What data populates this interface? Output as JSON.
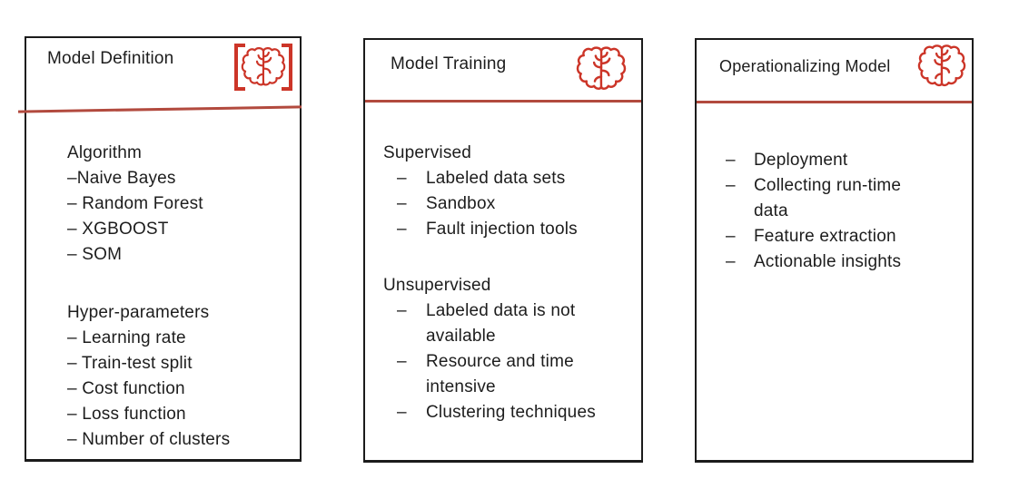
{
  "page": {
    "background": "#ffffff"
  },
  "colors": {
    "accent_red": "#cc3528",
    "divider_red": "#b24a3e",
    "border_dark": "#1b1b1b",
    "text": "#1d1d1d"
  },
  "bullet_char": "–",
  "cards": [
    {
      "title": "Model Definition",
      "icon": "brain-in-brackets-icon",
      "sections": [
        {
          "heading": "Algorithm",
          "items": [
            "–Naive Bayes",
            "– Random Forest",
            "– XGBOOST",
            "– SOM"
          ]
        },
        {
          "heading": "Hyper-parameters",
          "items": [
            "– Learning rate",
            "– Train-test split",
            "– Cost function",
            "– Loss function",
            "– Number of clusters"
          ]
        }
      ]
    },
    {
      "title": "Model Training",
      "icon": "brain-icon",
      "sections": [
        {
          "heading": "Supervised",
          "items": [
            "Labeled data sets",
            "Sandbox",
            "Fault injection tools"
          ]
        },
        {
          "heading": "Unsupervised",
          "items": [
            "Labeled data is not available",
            "Resource and time intensive",
            "Clustering techniques"
          ]
        }
      ]
    },
    {
      "title": "Operationalizing Model",
      "icon": "brain-icon",
      "sections": [
        {
          "items": [
            "Deployment",
            "Collecting run-time data",
            "Feature extraction",
            "Actionable insights"
          ]
        }
      ]
    }
  ]
}
